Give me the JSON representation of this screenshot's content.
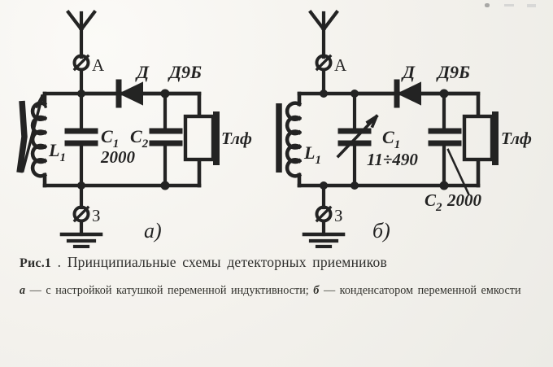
{
  "figure": {
    "caption_number": "Рис.1",
    "caption_separator": ".",
    "caption_title": "Принципиальные схемы детекторных приемников",
    "caption_sub_a_marker": "а",
    "caption_sub_a_text": "— с настройкой катушкой переменной индуктивности;",
    "caption_sub_b_marker": "б",
    "caption_sub_b_text": "— конденсатором переменной емкости"
  },
  "circuit_a": {
    "label": "а)",
    "antenna_terminal": "А",
    "ground_terminal": "З",
    "coil": "L₁",
    "coil_sub": "1",
    "coil_base": "L",
    "cap1_name": "C₁",
    "cap1_base": "C",
    "cap1_sub": "1",
    "cap1_value": "2000",
    "cap2_name": "C₂",
    "cap2_base": "C",
    "cap2_sub": "2",
    "diode_letter": "Д",
    "diode_type": "Д9Б",
    "phones": "Тлф"
  },
  "circuit_b": {
    "label": "б)",
    "antenna_terminal": "А",
    "ground_terminal": "З",
    "coil": "L₁",
    "coil_base": "L",
    "coil_sub": "1",
    "cap1_name": "C₁",
    "cap1_base": "C",
    "cap1_sub": "1",
    "cap1_value": "11÷490",
    "cap2_name": "C₂",
    "cap2_base": "C",
    "cap2_sub": "2",
    "cap2_value": "2000",
    "diode_letter": "Д",
    "diode_type": "Д9Б",
    "phones": "Тлф"
  },
  "colors": {
    "ink": "#141414",
    "paper": "#f4f2ee"
  }
}
